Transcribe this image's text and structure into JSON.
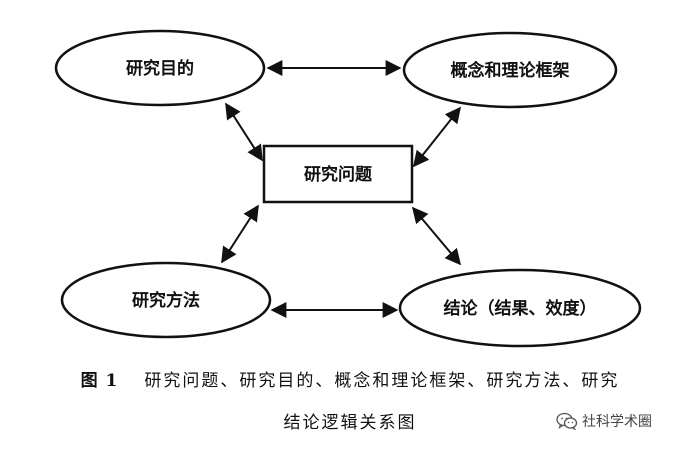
{
  "diagram": {
    "nodes": {
      "purpose": "研究目的",
      "framework": "概念和理论框架",
      "problem": "研究问题",
      "method": "研究方法",
      "conclusion": "结论（结果、效度）"
    },
    "edges": [
      {
        "from": "purpose",
        "to": "framework",
        "type": "bidirectional"
      },
      {
        "from": "purpose",
        "to": "problem",
        "type": "bidirectional"
      },
      {
        "from": "framework",
        "to": "problem",
        "type": "bidirectional"
      },
      {
        "from": "method",
        "to": "problem",
        "type": "bidirectional"
      },
      {
        "from": "conclusion",
        "to": "problem",
        "type": "bidirectional"
      },
      {
        "from": "method",
        "to": "conclusion",
        "type": "bidirectional"
      }
    ]
  },
  "caption": {
    "figure_number": "图 1",
    "line1": "研究问题、研究目的、概念和理论框架、研究方法、研究",
    "line2": "结论逻辑关系图"
  },
  "watermark": {
    "icon": "wechat-icon",
    "text": "社科学术圈",
    "color": "#444444"
  }
}
